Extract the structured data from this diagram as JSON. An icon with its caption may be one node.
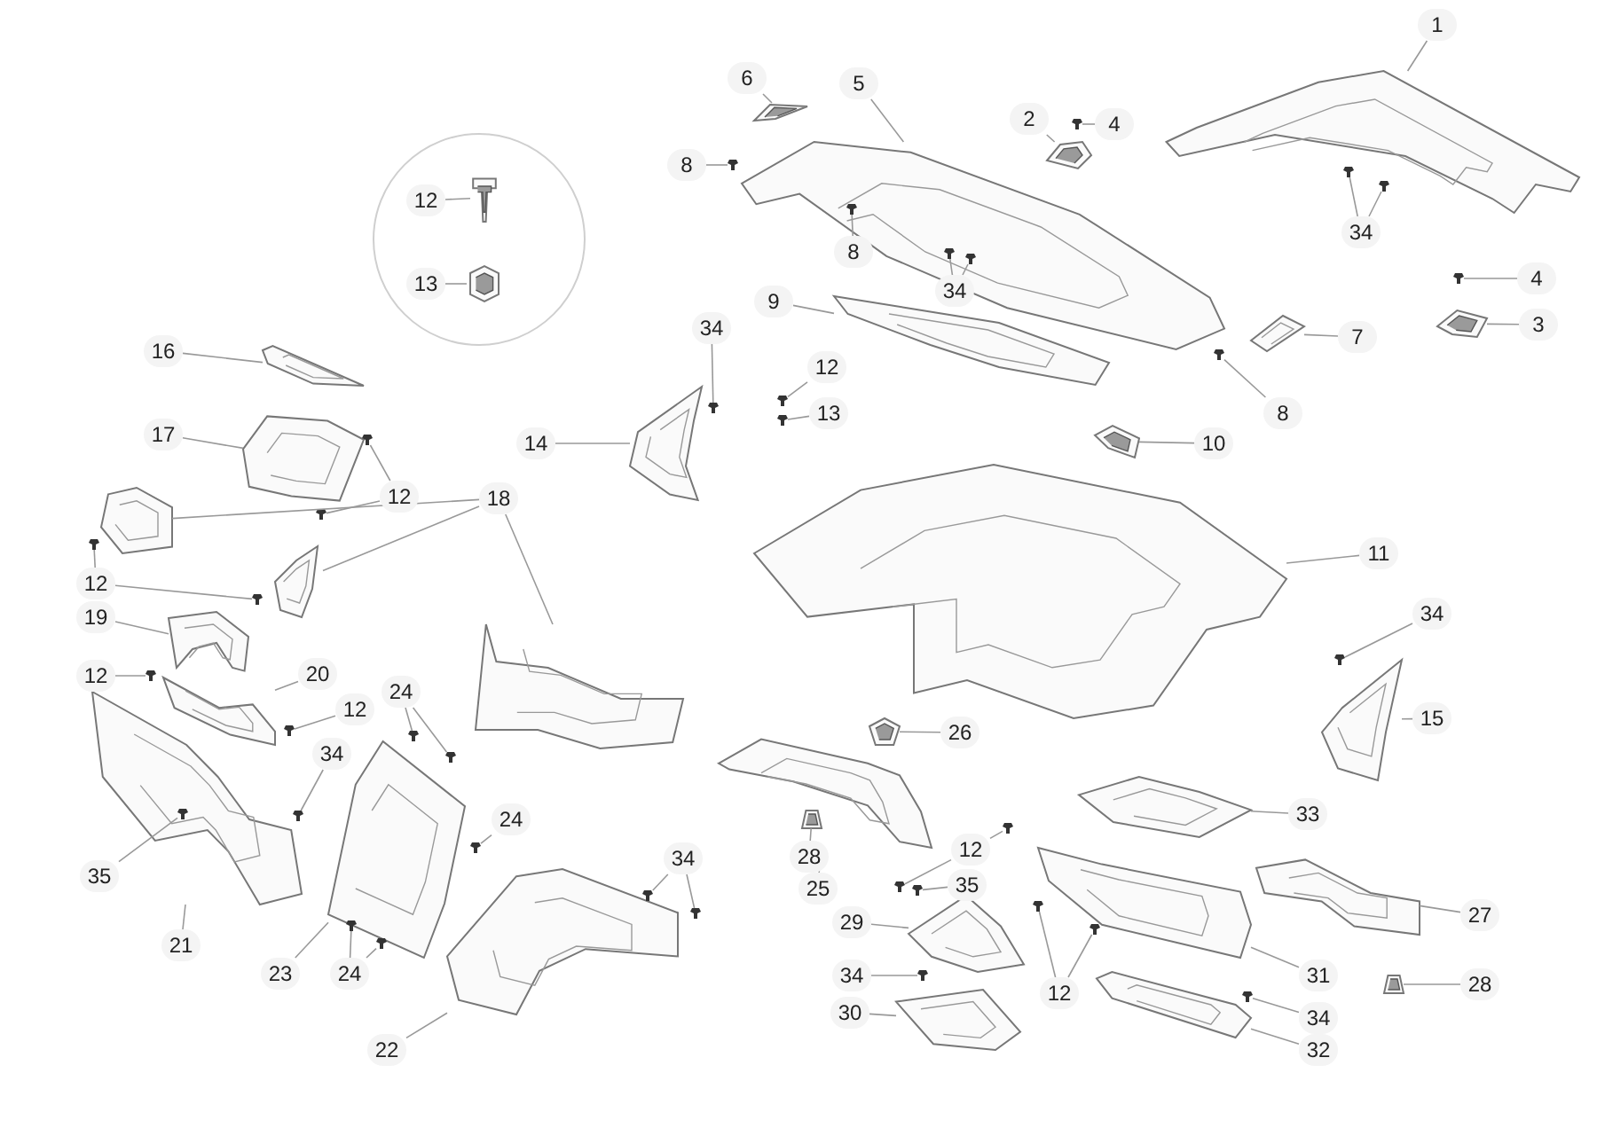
{
  "diagram": {
    "nodes": [
      {
        "text": [],
        "shape": "circle"
      },
      {
        "text": [
          "1"
        ]
      },
      {
        "text": [
          "2"
        ]
      },
      {
        "text": [
          "4"
        ]
      },
      {
        "text": [
          "6"
        ]
      },
      {
        "text": [
          "5"
        ]
      },
      {
        "text": [
          "8"
        ]
      },
      {
        "text": [
          "8"
        ]
      },
      {
        "text": [
          "34"
        ]
      },
      {
        "text": [
          "34"
        ]
      },
      {
        "text": [
          "4"
        ]
      },
      {
        "text": [
          "3"
        ]
      },
      {
        "text": [
          "7"
        ]
      },
      {
        "text": [
          "8"
        ]
      },
      {
        "text": [
          "12"
        ],
        "in": 0
      },
      {
        "text": [
          "13"
        ],
        "in": 0
      },
      {
        "text": [
          "9"
        ]
      },
      {
        "text": [
          "16"
        ]
      },
      {
        "text": [
          "34"
        ]
      },
      {
        "text": [
          "12"
        ]
      },
      {
        "text": [
          "13"
        ]
      },
      {
        "text": [
          "14"
        ]
      },
      {
        "text": [
          "10"
        ]
      },
      {
        "text": [
          "17"
        ]
      },
      {
        "text": [
          "12"
        ]
      },
      {
        "text": [
          "18"
        ]
      },
      {
        "text": [
          "11"
        ]
      },
      {
        "text": [
          "12"
        ]
      },
      {
        "text": [
          "19"
        ]
      },
      {
        "text": [
          "34"
        ]
      },
      {
        "text": [
          "15"
        ]
      },
      {
        "text": [
          "12"
        ]
      },
      {
        "text": [
          "20"
        ]
      },
      {
        "text": [
          "24"
        ]
      },
      {
        "text": [
          "12"
        ]
      },
      {
        "text": [
          "34"
        ]
      },
      {
        "text": [
          "26"
        ]
      },
      {
        "text": [
          "28"
        ]
      },
      {
        "text": [
          "25"
        ]
      },
      {
        "text": [
          "24"
        ]
      },
      {
        "text": [
          "33"
        ]
      },
      {
        "text": [
          "35"
        ]
      },
      {
        "text": [
          "21"
        ]
      },
      {
        "text": [
          "34"
        ]
      },
      {
        "text": [
          "12"
        ]
      },
      {
        "text": [
          "35"
        ]
      },
      {
        "text": [
          "27"
        ]
      },
      {
        "text": [
          "28"
        ]
      },
      {
        "text": [
          "29"
        ]
      },
      {
        "text": [
          "23"
        ]
      },
      {
        "text": [
          "24"
        ]
      },
      {
        "text": [
          "31"
        ]
      },
      {
        "text": [
          "12"
        ]
      },
      {
        "text": [
          "34"
        ]
      },
      {
        "text": [
          "22"
        ]
      },
      {
        "text": [
          "30"
        ]
      },
      {
        "text": [
          "34"
        ]
      },
      {
        "text": [
          "32"
        ]
      },
      {
        "text": [],
        "shape": "picture"
      },
      {
        "text": [],
        "shape": "picture"
      },
      {
        "text": [],
        "shape": "picture"
      },
      {
        "text": [],
        "shape": "picture"
      },
      {
        "text": [],
        "shape": "picture"
      },
      {
        "text": [],
        "shape": "picture"
      },
      {
        "text": [],
        "shape": "picture"
      },
      {
        "text": [],
        "shape": "picture"
      },
      {
        "text": [],
        "shape": "picture"
      },
      {
        "text": [],
        "shape": "picture"
      },
      {
        "text": [],
        "shape": "picture"
      },
      {
        "text": [],
        "shape": "picture"
      },
      {
        "text": [],
        "shape": "picture"
      },
      {
        "text": [],
        "shape": "picture"
      },
      {
        "text": [],
        "shape": "picture"
      },
      {
        "text": [],
        "shape": "picture"
      },
      {
        "text": [],
        "shape": "picture"
      },
      {
        "text": [],
        "shape": "picture"
      },
      {
        "text": [],
        "shape": "picture"
      },
      {
        "text": [],
        "shape": "picture"
      },
      {
        "text": [],
        "shape": "picture"
      },
      {
        "text": [],
        "shape": "picture"
      },
      {
        "text": [],
        "shape": "picture"
      },
      {
        "text": [],
        "shape": "picture"
      },
      {
        "text": [],
        "shape": "picture"
      },
      {
        "text": [],
        "shape": "picture"
      },
      {
        "text": [],
        "shape": "picture"
      },
      {
        "text": [],
        "shape": "picture"
      },
      {
        "text": [],
        "shape": "picture"
      },
      {
        "text": [],
        "shape": "picture"
      },
      {
        "text": [],
        "shape": "picture"
      },
      {
        "text": [],
        "shape": "picture",
        "in": 0
      },
      {
        "text": [],
        "shape": "picture",
        "in": 0
      },
      {
        "text": [],
        "shape": "picture"
      },
      {
        "text": [],
        "shape": "picture"
      },
      {
        "text": [],
        "shape": "picture",
        "in": 61
      },
      {
        "text": [],
        "shape": "picture",
        "in": 61
      },
      {
        "text": [],
        "shape": "picture",
        "in": 61
      },
      {
        "text": [],
        "shape": "picture",
        "in": 58
      },
      {
        "text": [],
        "shape": "picture",
        "in": 58
      },
      {
        "text": [],
        "shape": "picture"
      },
      {
        "text": [],
        "shape": "picture"
      },
      {
        "text": [],
        "shape": "picture"
      },
      {
        "text": [],
        "shape": "picture"
      },
      {
        "text": [],
        "shape": "picture"
      },
      {
        "text": [],
        "shape": "picture"
      },
      {
        "text": [],
        "shape": "picture"
      },
      {
        "text": [],
        "shape": "picture"
      },
      {
        "text": [],
        "shape": "picture"
      },
      {
        "text": [],
        "shape": "picture"
      },
      {
        "text": [],
        "shape": "picture"
      },
      {
        "text": [],
        "shape": "picture"
      },
      {
        "text": [],
        "shape": "picture"
      },
      {
        "text": [],
        "shape": "picture"
      },
      {
        "text": [],
        "shape": "picture"
      },
      {
        "text": [],
        "shape": "picture"
      },
      {
        "text": [],
        "shape": "picture",
        "in": 79
      },
      {
        "text": [],
        "shape": "picture"
      },
      {
        "text": [],
        "shape": "picture"
      },
      {
        "text": [],
        "shape": "picture"
      },
      {
        "text": [],
        "shape": "picture"
      },
      {
        "text": [],
        "shape": "picture"
      },
      {
        "text": [],
        "shape": "picture"
      },
      {
        "text": [],
        "shape": "picture"
      },
      {
        "text": [],
        "shape": "picture"
      },
      {
        "text": [],
        "shape": "picture"
      },
      {
        "text": [],
        "shape": "picture"
      },
      {
        "text": [],
        "shape": "picture"
      }
    ],
    "edges": [
      {
        "from": 1,
        "to": 58,
        "arrow": "none"
      },
      {
        "from": 2,
        "to": 59,
        "arrow": "none"
      },
      {
        "from": 3,
        "to": 91,
        "arrow": "none"
      },
      {
        "from": 4,
        "to": 60,
        "arrow": "none"
      },
      {
        "from": 5,
        "to": 61,
        "arrow": "none"
      },
      {
        "from": 6,
        "to": 92,
        "arrow": "none"
      },
      {
        "from": 7,
        "to": 93,
        "arrow": "none"
      },
      {
        "from": 8,
        "to": 94,
        "arrow": "none"
      },
      {
        "from": 8,
        "to": 95,
        "arrow": "none"
      },
      {
        "from": 9,
        "to": 96,
        "arrow": "none"
      },
      {
        "from": 9,
        "to": 97,
        "arrow": "none"
      },
      {
        "from": 10,
        "to": 98,
        "arrow": "none"
      },
      {
        "from": 11,
        "to": 62,
        "arrow": "none"
      },
      {
        "from": 12,
        "to": 63,
        "arrow": "none"
      },
      {
        "from": 13,
        "to": 99,
        "arrow": "none"
      },
      {
        "from": 14,
        "to": 89,
        "arrow": "none"
      },
      {
        "from": 15,
        "to": 90,
        "arrow": "none"
      },
      {
        "from": 16,
        "to": 64,
        "arrow": "none"
      },
      {
        "from": 17,
        "to": 65,
        "arrow": "none"
      },
      {
        "from": 18,
        "to": 100,
        "arrow": "none"
      },
      {
        "from": 19,
        "to": 101,
        "arrow": "none"
      },
      {
        "from": 20,
        "to": 102,
        "arrow": "none"
      },
      {
        "from": 21,
        "to": 66,
        "arrow": "none"
      },
      {
        "from": 22,
        "to": 67,
        "arrow": "none"
      },
      {
        "from": 23,
        "to": 68,
        "arrow": "none"
      },
      {
        "from": 24,
        "to": 103,
        "arrow": "none"
      },
      {
        "from": 24,
        "to": 104,
        "arrow": "none"
      },
      {
        "from": 25,
        "to": 69,
        "arrow": "none"
      },
      {
        "from": 25,
        "to": 70,
        "arrow": "none"
      },
      {
        "from": 25,
        "to": 71,
        "arrow": "none"
      },
      {
        "from": 26,
        "to": 72,
        "arrow": "none"
      },
      {
        "from": 27,
        "to": 105,
        "arrow": "none"
      },
      {
        "from": 27,
        "to": 106,
        "arrow": "none"
      },
      {
        "from": 28,
        "to": 73,
        "arrow": "none"
      },
      {
        "from": 29,
        "to": 107,
        "arrow": "none"
      },
      {
        "from": 30,
        "to": 74,
        "arrow": "none"
      },
      {
        "from": 31,
        "to": 108,
        "arrow": "none"
      },
      {
        "from": 32,
        "to": 75,
        "arrow": "none"
      },
      {
        "from": 33,
        "to": 109,
        "arrow": "none"
      },
      {
        "from": 33,
        "to": 110,
        "arrow": "none"
      },
      {
        "from": 34,
        "to": 111,
        "arrow": "none"
      },
      {
        "from": 35,
        "to": 112,
        "arrow": "none"
      },
      {
        "from": 36,
        "to": 76,
        "arrow": "none"
      },
      {
        "from": 37,
        "to": 87,
        "arrow": "none"
      },
      {
        "from": 38,
        "to": 77,
        "arrow": "none"
      },
      {
        "from": 39,
        "to": 113,
        "arrow": "none"
      },
      {
        "from": 40,
        "to": 78,
        "arrow": "none"
      },
      {
        "from": 41,
        "to": 114,
        "arrow": "none"
      },
      {
        "from": 42,
        "to": 79,
        "arrow": "none"
      },
      {
        "from": 43,
        "to": 115,
        "arrow": "none"
      },
      {
        "from": 43,
        "to": 116,
        "arrow": "none"
      },
      {
        "from": 44,
        "to": 117,
        "arrow": "none"
      },
      {
        "from": 44,
        "to": 118,
        "arrow": "none"
      },
      {
        "from": 45,
        "to": 119,
        "arrow": "none"
      },
      {
        "from": 46,
        "to": 80,
        "arrow": "none"
      },
      {
        "from": 47,
        "to": 88,
        "arrow": "none"
      },
      {
        "from": 48,
        "to": 81,
        "arrow": "none"
      },
      {
        "from": 49,
        "to": 82,
        "arrow": "none"
      },
      {
        "from": 50,
        "to": 120,
        "arrow": "none"
      },
      {
        "from": 50,
        "to": 121,
        "arrow": "none"
      },
      {
        "from": 51,
        "to": 83,
        "arrow": "none"
      },
      {
        "from": 52,
        "to": 122,
        "arrow": "none"
      },
      {
        "from": 52,
        "to": 123,
        "arrow": "none"
      },
      {
        "from": 53,
        "to": 124,
        "arrow": "none"
      },
      {
        "from": 54,
        "to": 84,
        "arrow": "none"
      },
      {
        "from": 55,
        "to": 85,
        "arrow": "none"
      },
      {
        "from": 56,
        "to": 125,
        "arrow": "none"
      },
      {
        "from": 57,
        "to": 86,
        "arrow": "none"
      }
    ]
  }
}
